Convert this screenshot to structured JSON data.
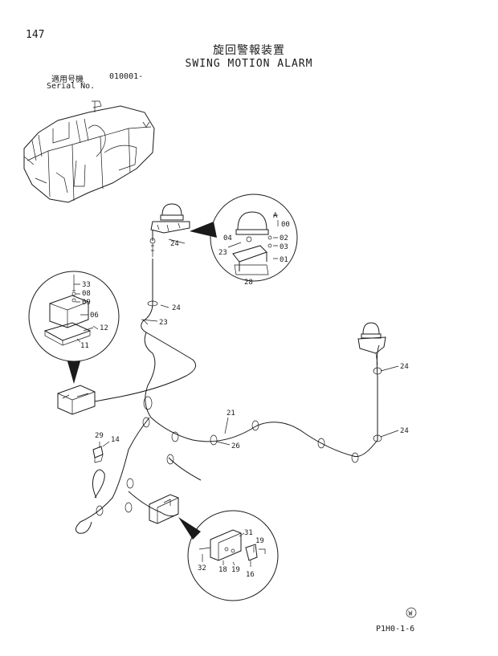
{
  "page": {
    "number": "147",
    "title_jp": "旋回警報装置",
    "title_en": "SWING MOTION ALARM",
    "serial_label_jp": "適用号機",
    "serial_value": "010001-",
    "serial_label_en": "Serial No.",
    "doc_code": "P1H0-1-6",
    "logo_text": "W"
  },
  "callouts": {
    "c00": "00",
    "c01": "01",
    "c02": "02",
    "c03": "03",
    "c04": "04",
    "c06": "06",
    "c08": "08",
    "c09": "09",
    "c11": "11",
    "c12": "12",
    "c14": "14",
    "c16": "16",
    "c18": "18",
    "c19": "19",
    "c19b": "19",
    "c21": "21",
    "c23": "23",
    "c23b": "23",
    "c24a": "24",
    "c24b": "24",
    "c24c": "24",
    "c24d": "24",
    "c26": "26",
    "c28": "28",
    "c29": "29",
    "c31": "31",
    "c32": "32",
    "c33": "33",
    "cA": "A"
  }
}
